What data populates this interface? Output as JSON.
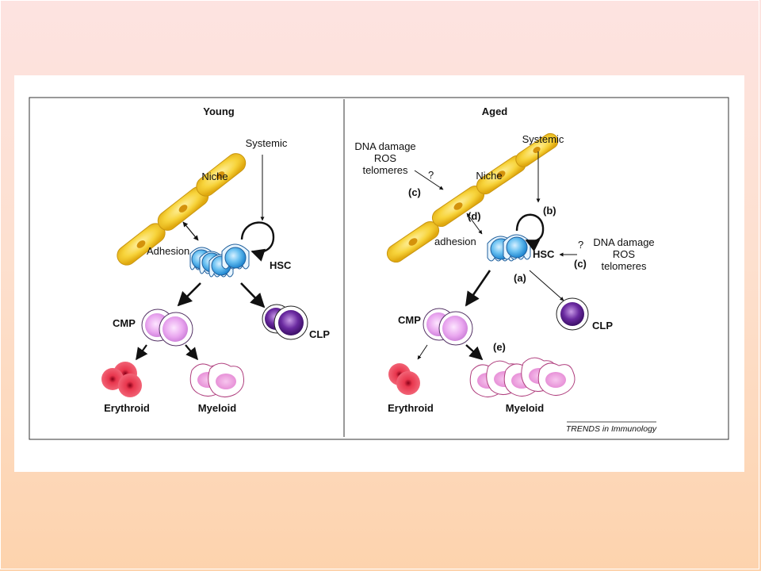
{
  "figure": {
    "panels": {
      "young": {
        "title": "Young",
        "labels": {
          "systemic": "Systemic",
          "niche": "Niche",
          "adhesion": "Adhesion",
          "hsc": "HSC",
          "cmp": "CMP",
          "clp": "CLP",
          "erythroid": "Erythroid",
          "myeloid": "Myeloid"
        }
      },
      "aged": {
        "title": "Aged",
        "labels": {
          "systemic": "Systemic",
          "niche": "Niche",
          "adhesion": "adhesion",
          "hsc": "HSC",
          "cmp": "CMP",
          "clp": "CLP",
          "erythroid": "Erythroid",
          "myeloid": "Myeloid",
          "dna_top_1": "DNA damage",
          "dna_top_2": "ROS",
          "dna_top_3": "telomeres",
          "dna_right_1": "DNA damage",
          "dna_right_2": "ROS",
          "dna_right_3": "telomeres",
          "question_top": "?",
          "question_right": "?",
          "mark_a": "(a)",
          "mark_b": "(b)",
          "mark_c_top": "(c)",
          "mark_c_right": "(c)",
          "mark_d": "(d)",
          "mark_e": "(e)"
        }
      }
    },
    "credit": "TRENDS in Immunology",
    "colors": {
      "niche_cell": "#f5cc2a",
      "hsc": "#3fa9e8",
      "cmp": "#e7a8ee",
      "clp": "#5a1f8c",
      "erythroid": "#e3243c",
      "myeloid": "#f1b6e6",
      "background_top": "#fde3e1",
      "background_bottom": "#fdd3ad"
    }
  }
}
